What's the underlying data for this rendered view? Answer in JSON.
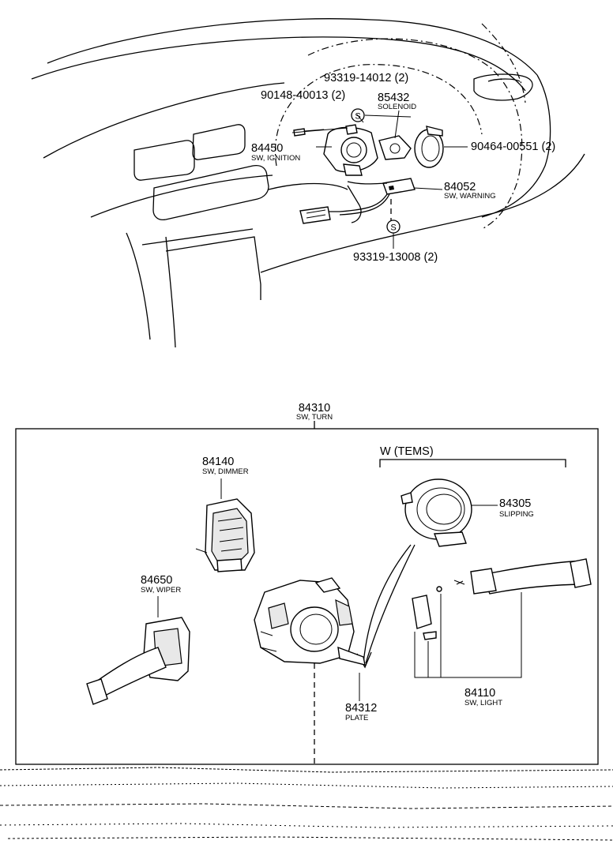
{
  "callouts": {
    "c93319_14012": {
      "part": "93319-14012 (2)"
    },
    "c90148": {
      "part": "90148-40013 (2)"
    },
    "c85432": {
      "part": "85432",
      "desc": "SOLENOID"
    },
    "c84450": {
      "part": "84450",
      "desc": "SW, IGNITION"
    },
    "c90464": {
      "part": "90464-00551 (2)"
    },
    "c84052": {
      "part": "84052",
      "desc": "SW, WARNING"
    },
    "c93319_13008": {
      "part": "93319-13008 (2)"
    },
    "c84310": {
      "part": "84310",
      "desc": "SW, TURN"
    },
    "c84140": {
      "part": "84140",
      "desc": "SW, DIMMER"
    },
    "c84305": {
      "part": "84305",
      "desc": "SLIPPING"
    },
    "c84650": {
      "part": "84650",
      "desc": "SW, WIPER"
    },
    "c84312": {
      "part": "84312",
      "desc": "PLATE"
    },
    "c84110": {
      "part": "84110",
      "desc": "SW, LIGHT"
    }
  },
  "markers": {
    "s_upper": "S",
    "s_lower": "S"
  },
  "variant": {
    "label": "W (TEMS)"
  }
}
